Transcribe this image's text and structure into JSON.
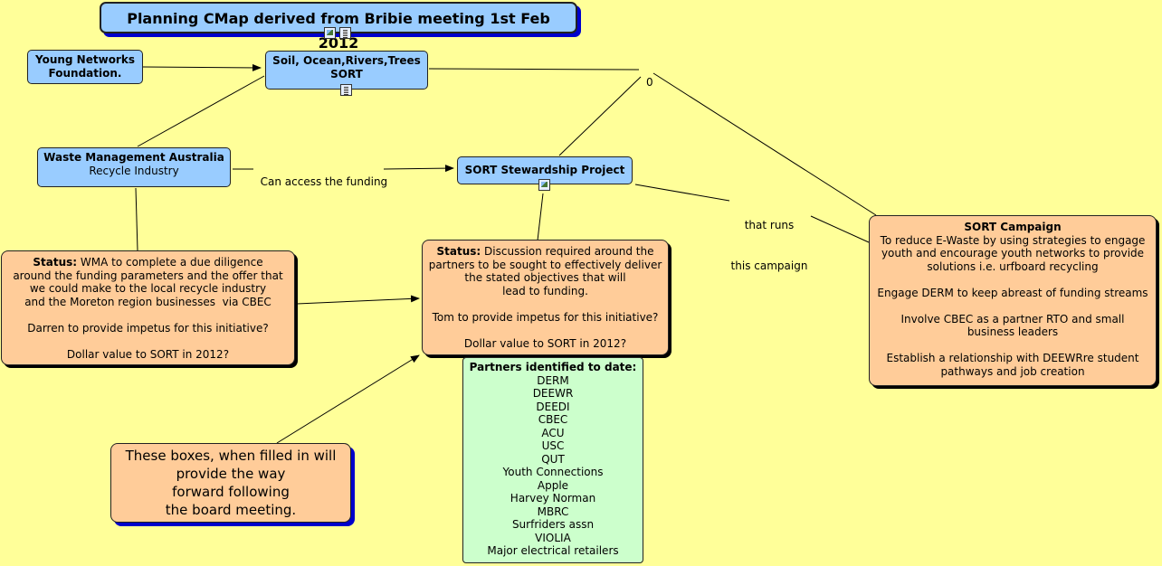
{
  "title": "Planning CMap derived from Bribie meeting 1st Feb 2012",
  "nodes": {
    "young_networks": [
      "Young Networks",
      "Foundation."
    ],
    "sort_top": [
      "Soil, Ocean,Rivers,Trees",
      "SORT"
    ],
    "wma": [
      "Waste Management Australia",
      "Recycle Industry"
    ],
    "stewardship": [
      "SORT Stewardship Project"
    ],
    "status_left": {
      "label": "Status:",
      "lines": [
        " WMA to complete a due diligence",
        "around the funding parameters and the offer that",
        "we could make to the local recycle industry",
        "and the Moreton region businesses  via CBEC",
        "",
        "Darren to provide impetus for this initiative?",
        "",
        "Dollar value to SORT in 2012?"
      ]
    },
    "status_mid": {
      "label": "Status:",
      "lines": [
        " Discussion required around the",
        "partners to be sought to effectively deliver",
        "the stated objectives that will",
        "lead to funding.",
        "",
        "Tom to provide impetus for this initiative?",
        "",
        "Dollar value to SORT in 2012?"
      ]
    },
    "campaign": {
      "title": "SORT Campaign",
      "lines": [
        "To reduce E-Waste by using strategies to engage",
        "youth and encourage youth networks to provide",
        "solutions i.e. urfboard recycling",
        "",
        "Engage DERM to keep abreast of funding streams",
        "",
        "Involve CBEC as a partner RTO and small",
        "business leaders",
        "",
        "Establish a relationship with DEEWRre student",
        "pathways and job creation"
      ]
    },
    "partners": {
      "title": "Partners identified to date:",
      "items": [
        "DERM",
        "DEEWR",
        "DEEDI",
        "CBEC",
        "ACU",
        "USC",
        "QUT",
        "Youth Connections",
        "Apple",
        "Harvey Norman",
        "MBRC",
        "Surfriders assn",
        "VIOLIA",
        "Major electrical retailers"
      ]
    },
    "note": [
      "These boxes, when filled in will",
      "provide the way",
      "forward following",
      "the board meeting."
    ]
  },
  "link_labels": {
    "zero": "0",
    "can_access": "Can access the funding",
    "runs": [
      "that runs",
      "this campaign"
    ]
  },
  "icons": {
    "image": "image-resource-icon",
    "document": "document-resource-icon"
  },
  "colors": {
    "background": "#ffff99",
    "concept_blue": "#99ccff",
    "concept_orange": "#ffcc99",
    "concept_green": "#ccffcc",
    "title_shadow": "#0000cc"
  }
}
